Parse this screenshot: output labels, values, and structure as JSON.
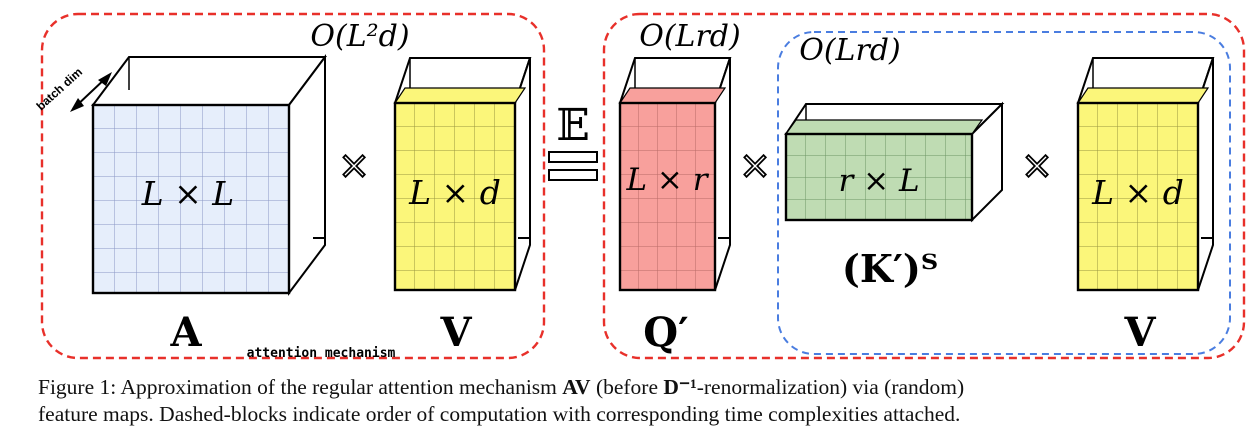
{
  "labels": {
    "batch_dim": "batch dim",
    "complexity_left": "O(L²d)",
    "complexity_q": "O(Lrd)",
    "complexity_kv": "O(Lrd)",
    "matrix_a_dims": "L × L",
    "matrix_v_dims": "L × d",
    "matrix_q_dims": "L × r",
    "matrix_k_dims": "r × L",
    "matrix_v2_dims": "L × d",
    "matrix_a_name": "A",
    "matrix_v_name": "V",
    "matrix_q_name": "Q′",
    "matrix_k_name": "(K′)ᵀ",
    "matrix_v2_name": "V",
    "attention_mechanism": "attention mechanism",
    "expectation": "𝔼"
  },
  "caption": {
    "prefix": "Figure 1:",
    "text1": "Approximation of the regular attention mechanism",
    "av": "AV",
    "text2": "(before",
    "d_inv": "D⁻¹",
    "text3": "-renormalization) via (random)",
    "line2": "feature maps. Dashed-blocks indicate order of computation with corresponding time complexities attached."
  },
  "colors": {
    "red_dash": "#e8302a",
    "blue_dash": "#4a7de0",
    "blue_fill": "#e6eefb",
    "yellow_fill": "#fbf67a",
    "red_fill": "#f8a09c",
    "green_fill": "#bfdcb3"
  }
}
